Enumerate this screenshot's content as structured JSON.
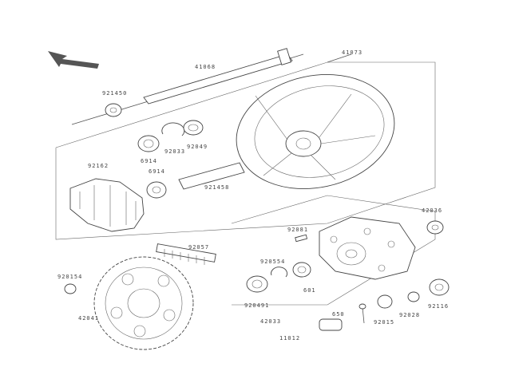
{
  "diagram": {
    "labels": {
      "axle": "41068",
      "rim": "41073",
      "collar_left": "921450",
      "circlip_upper": "92033",
      "seal_upper": "92049",
      "bearing_upper": "6914",
      "bearing_lower": "6914",
      "damper": "92162",
      "spacer": "921458",
      "nut_right": "42036",
      "pin": "92081",
      "chain": "92057",
      "seal_mid": "920554",
      "bearing_hub": "601",
      "seal_hub": "920491",
      "nut_sprocket": "920154",
      "sprocket": "42041",
      "hub_bottom": "42033",
      "bolt": "650",
      "collar_bottom": "11012",
      "sleeve": "92015",
      "washer": "92028",
      "cap": "92116"
    }
  }
}
